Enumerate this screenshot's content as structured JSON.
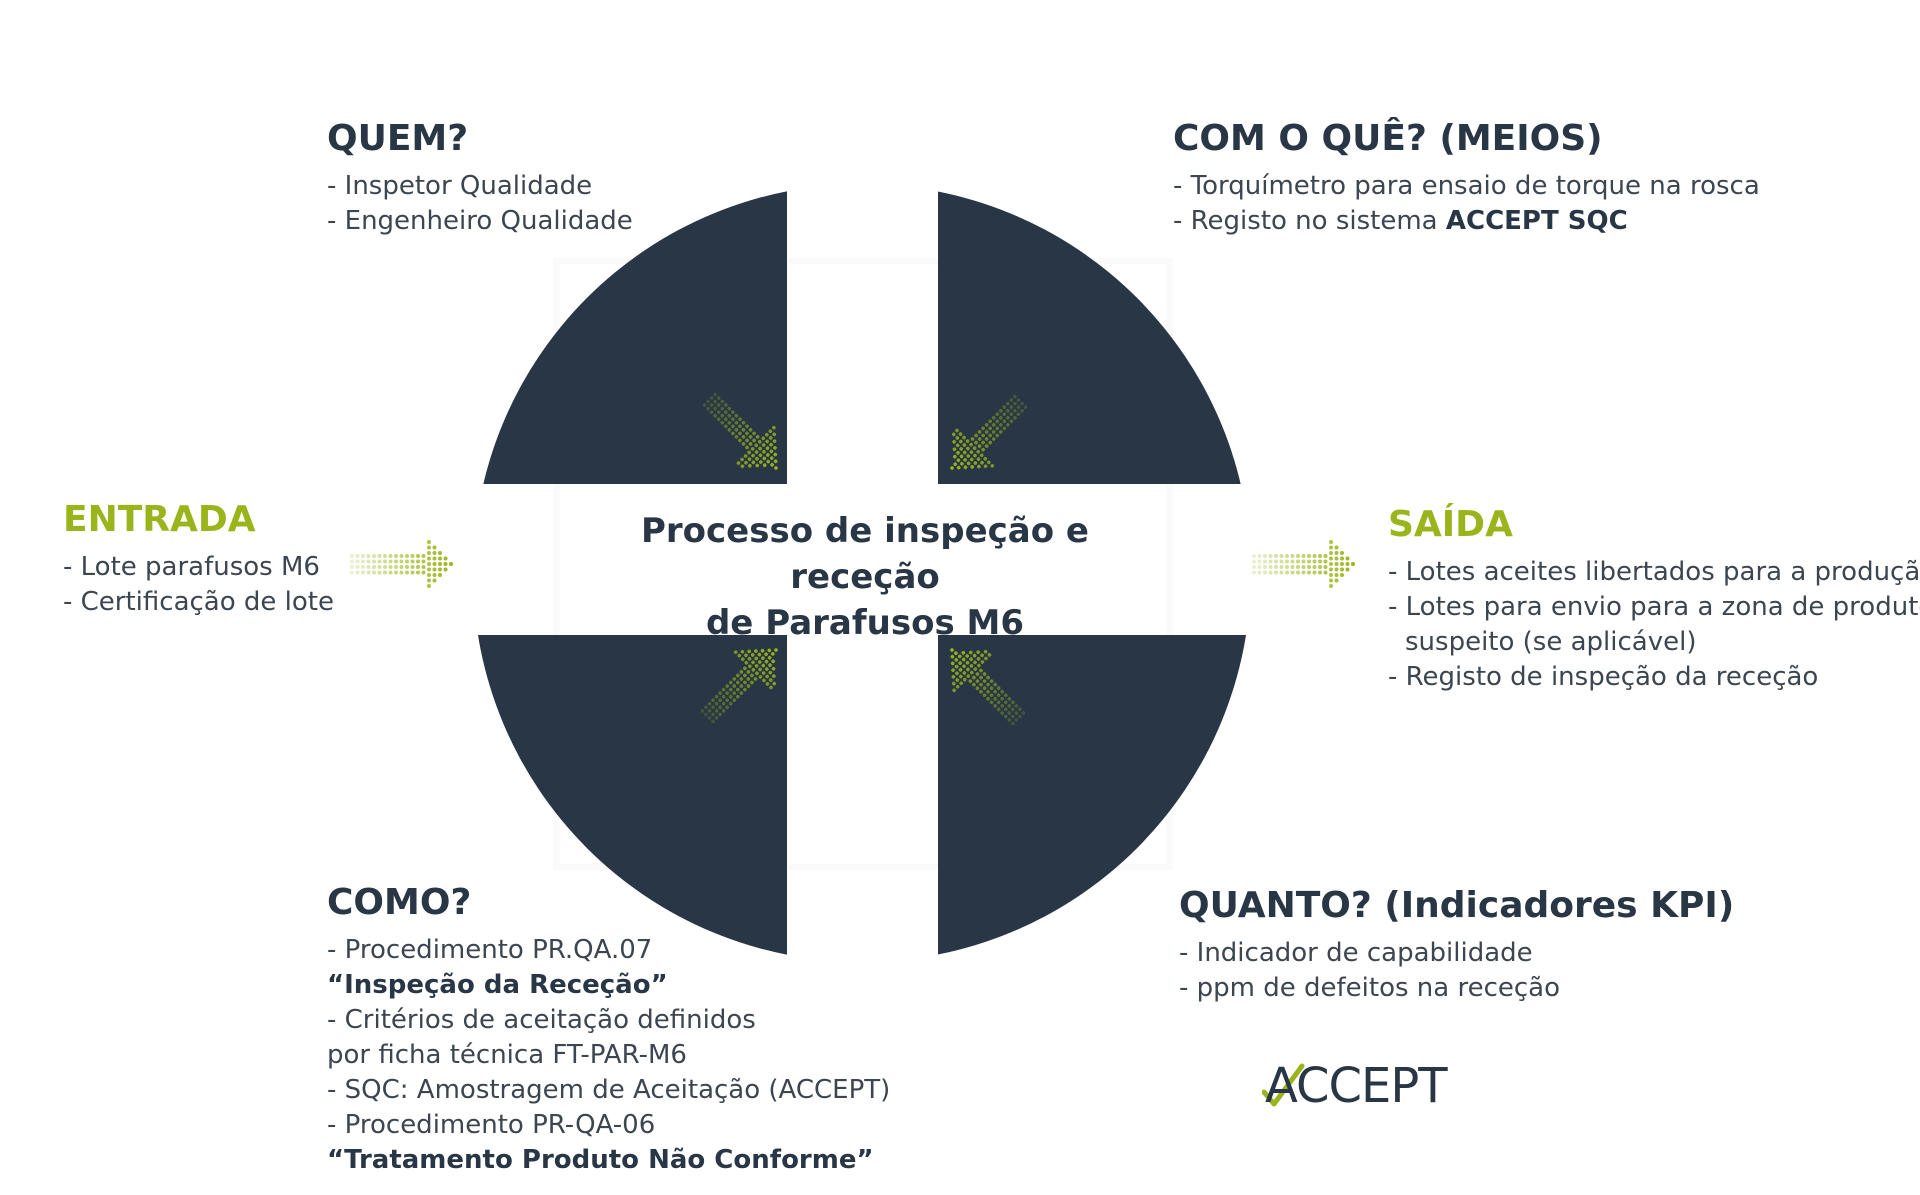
{
  "center": {
    "line1": "Processo de inspeção e receção",
    "line2": "de Parafusos M6"
  },
  "quem": {
    "title": "QUEM?",
    "items": [
      "- Inspetor Qualidade",
      "- Engenheiro Qualidade"
    ]
  },
  "com_o_que": {
    "title": "COM O QUÊ? (MEIOS)",
    "item1": "- Torquímetro para ensaio de torque na rosca",
    "item2_prefix": "- Registo no sistema ",
    "item2_bold": "ACCEPT SQC"
  },
  "entrada": {
    "title": "ENTRADA",
    "items": [
      "- Lote parafusos M6",
      "- Certificação de lote"
    ]
  },
  "saida": {
    "title": "SAÍDA",
    "items": [
      "- Lotes aceites libertados para a produção",
      "- Lotes para envio para a zona de produto",
      "suspeito (se aplicável)",
      "- Registo de inspeção da receção"
    ]
  },
  "como": {
    "title": "COMO?",
    "lines": [
      "- Procedimento PR.QA.07",
      "“Inspeção da Receção”",
      "- Critérios de aceitação definidos",
      "por ficha técnica FT-PAR-M6",
      "- SQC: Amostragem de Aceitação (ACCEPT)",
      "- Procedimento PR-QA-06",
      "“Tratamento Produto Não Conforme”"
    ]
  },
  "quanto": {
    "title": "QUANTO? (Indicadores KPI)",
    "items": [
      "- Indicador de capabilidade",
      "- ppm de defeitos na receção"
    ]
  },
  "logo": {
    "text": "ACCEPT"
  },
  "colors": {
    "dark": "#283645",
    "accent": "#9ab51b",
    "text": "#3c4651"
  },
  "icons": [
    "arrow-dotted-right-icon",
    "arrow-dotted-diagonal-icon",
    "check-mark-icon"
  ]
}
